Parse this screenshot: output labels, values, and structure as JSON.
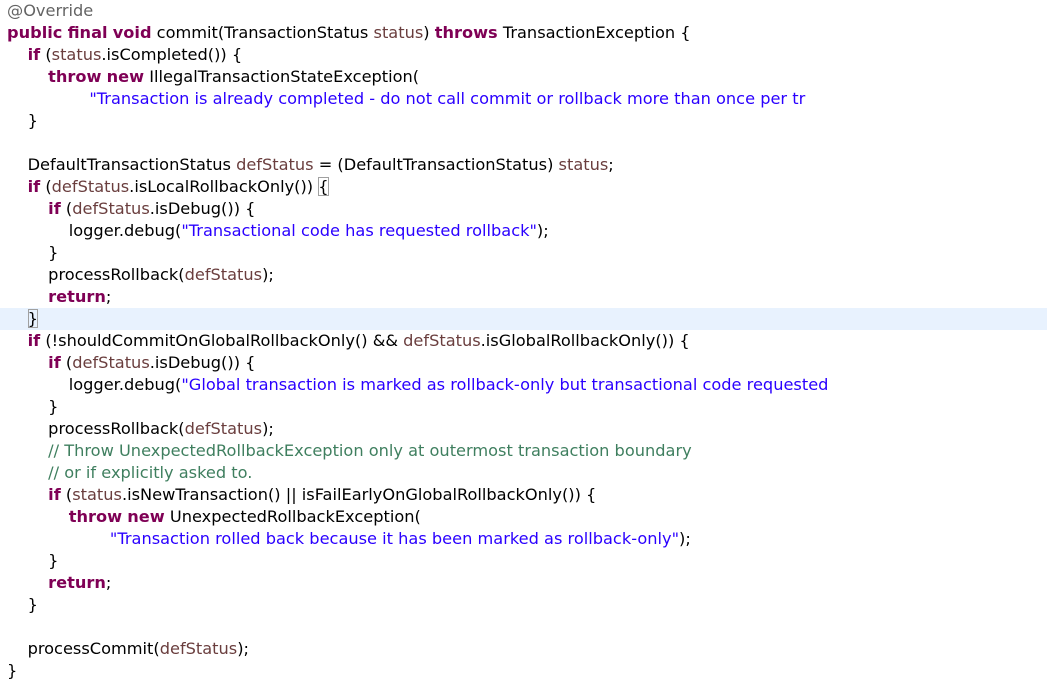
{
  "editor": {
    "language": "java",
    "current_line": 14,
    "colors": {
      "keyword": "#7f0055",
      "annotation": "#646464",
      "variable": "#6a3e3e",
      "string": "#2a00ff",
      "comment": "#3f7f5f",
      "current_line_highlight": "#e8f2fe"
    },
    "lines": [
      [
        {
          "t": "annotation",
          "v": "@Override"
        }
      ],
      [
        {
          "t": "keyword",
          "v": "public"
        },
        {
          "t": "plain",
          "v": " "
        },
        {
          "t": "keyword",
          "v": "final"
        },
        {
          "t": "plain",
          "v": " "
        },
        {
          "t": "keyword",
          "v": "void"
        },
        {
          "t": "plain",
          "v": " commit(TransactionStatus "
        },
        {
          "t": "field",
          "v": "status"
        },
        {
          "t": "plain",
          "v": ") "
        },
        {
          "t": "keyword",
          "v": "throws"
        },
        {
          "t": "plain",
          "v": " TransactionException {"
        }
      ],
      [
        {
          "t": "plain",
          "v": "    "
        },
        {
          "t": "keyword",
          "v": "if"
        },
        {
          "t": "plain",
          "v": " ("
        },
        {
          "t": "field",
          "v": "status"
        },
        {
          "t": "plain",
          "v": ".isCompleted()) {"
        }
      ],
      [
        {
          "t": "plain",
          "v": "        "
        },
        {
          "t": "keyword",
          "v": "throw"
        },
        {
          "t": "plain",
          "v": " "
        },
        {
          "t": "keyword",
          "v": "new"
        },
        {
          "t": "plain",
          "v": " IllegalTransactionStateException("
        }
      ],
      [
        {
          "t": "plain",
          "v": "                "
        },
        {
          "t": "string",
          "v": "\"Transaction is already completed - do not call commit or rollback more than once per tr"
        }
      ],
      [
        {
          "t": "plain",
          "v": "    }"
        }
      ],
      [],
      [
        {
          "t": "plain",
          "v": "    DefaultTransactionStatus "
        },
        {
          "t": "field",
          "v": "defStatus"
        },
        {
          "t": "plain",
          "v": " = (DefaultTransactionStatus) "
        },
        {
          "t": "field",
          "v": "status"
        },
        {
          "t": "plain",
          "v": ";"
        }
      ],
      [
        {
          "t": "plain",
          "v": "    "
        },
        {
          "t": "keyword",
          "v": "if"
        },
        {
          "t": "plain",
          "v": " ("
        },
        {
          "t": "field",
          "v": "defStatus"
        },
        {
          "t": "plain",
          "v": ".isLocalRollbackOnly()) "
        },
        {
          "t": "bracket",
          "v": "{"
        }
      ],
      [
        {
          "t": "plain",
          "v": "        "
        },
        {
          "t": "keyword",
          "v": "if"
        },
        {
          "t": "plain",
          "v": " ("
        },
        {
          "t": "field",
          "v": "defStatus"
        },
        {
          "t": "plain",
          "v": ".isDebug()) {"
        }
      ],
      [
        {
          "t": "plain",
          "v": "            logger.debug("
        },
        {
          "t": "string",
          "v": "\"Transactional code has requested rollback\""
        },
        {
          "t": "plain",
          "v": ");"
        }
      ],
      [
        {
          "t": "plain",
          "v": "        }"
        }
      ],
      [
        {
          "t": "plain",
          "v": "        processRollback("
        },
        {
          "t": "field",
          "v": "defStatus"
        },
        {
          "t": "plain",
          "v": ");"
        }
      ],
      [
        {
          "t": "plain",
          "v": "        "
        },
        {
          "t": "keyword",
          "v": "return"
        },
        {
          "t": "plain",
          "v": ";"
        }
      ],
      [
        {
          "t": "plain",
          "v": "    "
        },
        {
          "t": "bracket",
          "v": "}"
        }
      ],
      [
        {
          "t": "plain",
          "v": "    "
        },
        {
          "t": "keyword",
          "v": "if"
        },
        {
          "t": "plain",
          "v": " (!shouldCommitOnGlobalRollbackOnly() && "
        },
        {
          "t": "field",
          "v": "defStatus"
        },
        {
          "t": "plain",
          "v": ".isGlobalRollbackOnly()) {"
        }
      ],
      [
        {
          "t": "plain",
          "v": "        "
        },
        {
          "t": "keyword",
          "v": "if"
        },
        {
          "t": "plain",
          "v": " ("
        },
        {
          "t": "field",
          "v": "defStatus"
        },
        {
          "t": "plain",
          "v": ".isDebug()) {"
        }
      ],
      [
        {
          "t": "plain",
          "v": "            logger.debug("
        },
        {
          "t": "string",
          "v": "\"Global transaction is marked as rollback-only but transactional code requested"
        }
      ],
      [
        {
          "t": "plain",
          "v": "        }"
        }
      ],
      [
        {
          "t": "plain",
          "v": "        processRollback("
        },
        {
          "t": "field",
          "v": "defStatus"
        },
        {
          "t": "plain",
          "v": ");"
        }
      ],
      [
        {
          "t": "plain",
          "v": "        "
        },
        {
          "t": "comment",
          "v": "// Throw UnexpectedRollbackException only at outermost transaction boundary"
        }
      ],
      [
        {
          "t": "plain",
          "v": "        "
        },
        {
          "t": "comment",
          "v": "// or if explicitly asked to."
        }
      ],
      [
        {
          "t": "plain",
          "v": "        "
        },
        {
          "t": "keyword",
          "v": "if"
        },
        {
          "t": "plain",
          "v": " ("
        },
        {
          "t": "field",
          "v": "status"
        },
        {
          "t": "plain",
          "v": ".isNewTransaction() || isFailEarlyOnGlobalRollbackOnly()) {"
        }
      ],
      [
        {
          "t": "plain",
          "v": "            "
        },
        {
          "t": "keyword",
          "v": "throw"
        },
        {
          "t": "plain",
          "v": " "
        },
        {
          "t": "keyword",
          "v": "new"
        },
        {
          "t": "plain",
          "v": " UnexpectedRollbackException("
        }
      ],
      [
        {
          "t": "plain",
          "v": "                    "
        },
        {
          "t": "string",
          "v": "\"Transaction rolled back because it has been marked as rollback-only\""
        },
        {
          "t": "plain",
          "v": ");"
        }
      ],
      [
        {
          "t": "plain",
          "v": "        }"
        }
      ],
      [
        {
          "t": "plain",
          "v": "        "
        },
        {
          "t": "keyword",
          "v": "return"
        },
        {
          "t": "plain",
          "v": ";"
        }
      ],
      [
        {
          "t": "plain",
          "v": "    }"
        }
      ],
      [],
      [
        {
          "t": "plain",
          "v": "    processCommit("
        },
        {
          "t": "field",
          "v": "defStatus"
        },
        {
          "t": "plain",
          "v": ");"
        }
      ],
      [
        {
          "t": "plain",
          "v": "}"
        }
      ]
    ]
  }
}
